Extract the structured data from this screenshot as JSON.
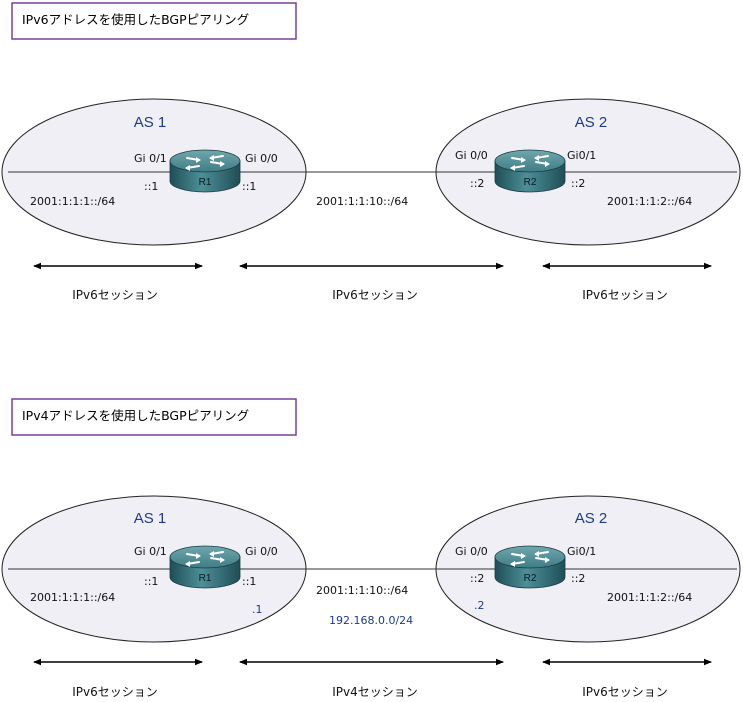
{
  "diagrams": [
    {
      "title": "IPv6アドレスを使用したBGPピアリング",
      "as_left": "AS 1",
      "as_right": "AS 2",
      "r1": {
        "name": "R1",
        "if_left": "Gi 0/1",
        "if_right": "Gi 0/0",
        "addr_left": "::1",
        "addr_right": "::1",
        "v4_right": ""
      },
      "r2": {
        "name": "R2",
        "if_left": "Gi 0/0",
        "if_right": "Gi0/1",
        "addr_left": "::2",
        "addr_right": "::2",
        "v4_left": ""
      },
      "net_left": "2001:1:1:1::/64",
      "net_mid": "2001:1:1:10::/64",
      "net_mid_v4": "",
      "net_right": "2001:1:1:2::/64",
      "sessions": [
        "IPv6セッション",
        "IPv6セッション",
        "IPv6セッション"
      ]
    },
    {
      "title": "IPv4アドレスを使用したBGPピアリング",
      "as_left": "AS 1",
      "as_right": "AS 2",
      "r1": {
        "name": "R1",
        "if_left": "Gi 0/1",
        "if_right": "Gi 0/0",
        "addr_left": "::1",
        "addr_right": "::1",
        "v4_right": ".1"
      },
      "r2": {
        "name": "R2",
        "if_left": "Gi 0/0",
        "if_right": "Gi0/1",
        "addr_left": "::2",
        "addr_right": "::2",
        "v4_left": ".2"
      },
      "net_left": "2001:1:1:1::/64",
      "net_mid": "2001:1:1:10::/64",
      "net_mid_v4": "192.168.0.0/24",
      "net_right": "2001:1:1:2::/64",
      "sessions": [
        "IPv6セッション",
        "IPv4セッション",
        "IPv6セッション"
      ]
    }
  ],
  "colors": {
    "title_border": "#7b3f98",
    "as_label": "#1d3b8a",
    "ellipse_fill": "#f0eff5",
    "router_body": "#2f6b74"
  },
  "icons": [
    "router-icon",
    "double-arrow"
  ]
}
